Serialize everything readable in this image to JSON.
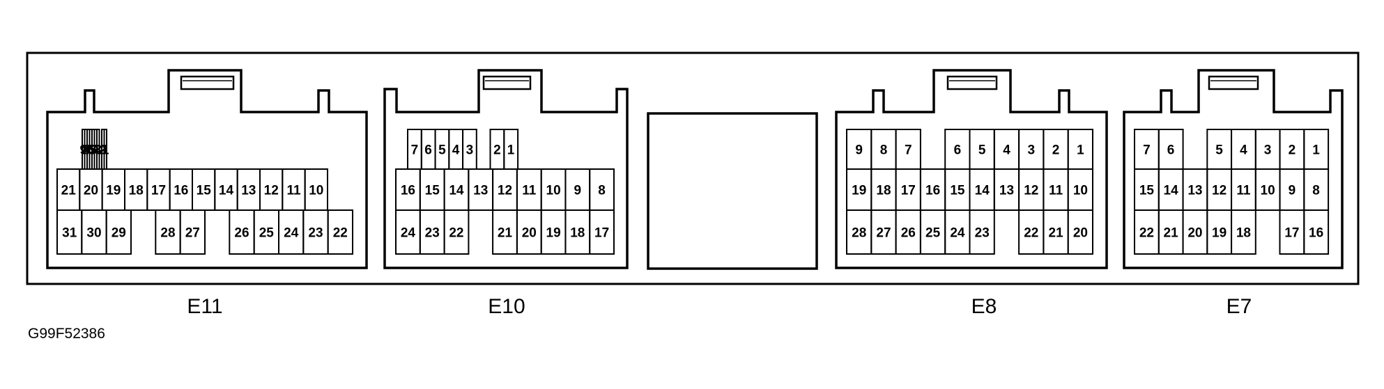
{
  "figure_code": "G99F52386",
  "connectors": [
    {
      "name": "E11",
      "rows": [
        [
          "9",
          "8",
          "7",
          "6",
          "5",
          "4",
          "3",
          "",
          "2",
          "1"
        ],
        [
          "21",
          "20",
          "19",
          "18",
          "17",
          "16",
          "15",
          "14",
          "13",
          "12",
          "11",
          "10"
        ],
        [
          "31",
          "30",
          "29",
          "",
          "28",
          "27",
          "",
          "26",
          "25",
          "24",
          "23",
          "22"
        ]
      ]
    },
    {
      "name": "E10",
      "rows": [
        [
          "7",
          "6",
          "5",
          "4",
          "3",
          "",
          "2",
          "1"
        ],
        [
          "16",
          "15",
          "14",
          "13",
          "12",
          "11",
          "10",
          "9",
          "8"
        ],
        [
          "24",
          "23",
          "22",
          "",
          "21",
          "20",
          "19",
          "18",
          "17"
        ]
      ]
    },
    {
      "name": "",
      "rows": []
    },
    {
      "name": "E8",
      "rows": [
        [
          "9",
          "8",
          "7",
          "",
          "6",
          "5",
          "4",
          "3",
          "2",
          "1"
        ],
        [
          "19",
          "18",
          "17",
          "16",
          "15",
          "14",
          "13",
          "12",
          "11",
          "10"
        ],
        [
          "28",
          "27",
          "26",
          "25",
          "24",
          "23",
          "",
          "22",
          "21",
          "20"
        ]
      ]
    },
    {
      "name": "E7",
      "rows": [
        [
          "7",
          "6",
          "",
          "5",
          "4",
          "3",
          "2",
          "1"
        ],
        [
          "15",
          "14",
          "13",
          "12",
          "11",
          "10",
          "9",
          "8"
        ],
        [
          "22",
          "21",
          "20",
          "19",
          "18",
          "",
          "17",
          "16"
        ]
      ]
    }
  ]
}
